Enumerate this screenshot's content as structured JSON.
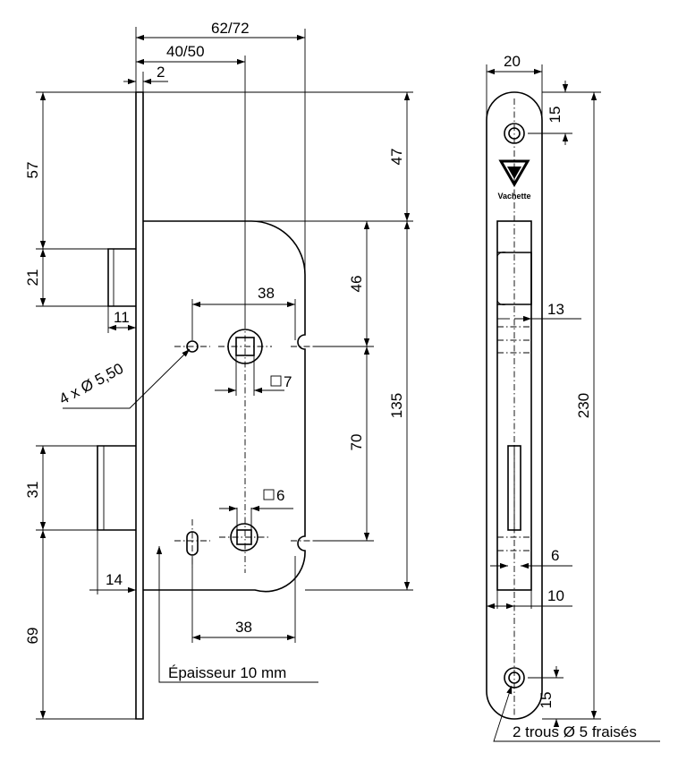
{
  "dimensions": {
    "top_62_72": "62/72",
    "top_40_50": "40/50",
    "faceplate_2": "2",
    "left_57": "57",
    "left_21": "21",
    "bolt_11": "11",
    "left_31": "31",
    "latch_14": "14",
    "left_69": "69",
    "right_47": "47",
    "right_46": "46",
    "right_70": "70",
    "right_135": "135",
    "upper_38": "38",
    "lower_38": "38",
    "square_7": "7",
    "square_6": "6",
    "strike_20": "20",
    "strike_15_top": "15",
    "strike_13": "13",
    "strike_230": "230",
    "strike_6": "6",
    "strike_10": "10",
    "strike_15_bottom": "15"
  },
  "annotations": {
    "holes": "4 x Ø 5,50",
    "thickness": "Épaisseur 10 mm",
    "screw_holes": "2 trous Ø 5 fraisés"
  },
  "brand": {
    "name": "Vachette"
  },
  "icons": {
    "logo": "vachette-logo-icon",
    "square": "square-symbol-icon"
  }
}
